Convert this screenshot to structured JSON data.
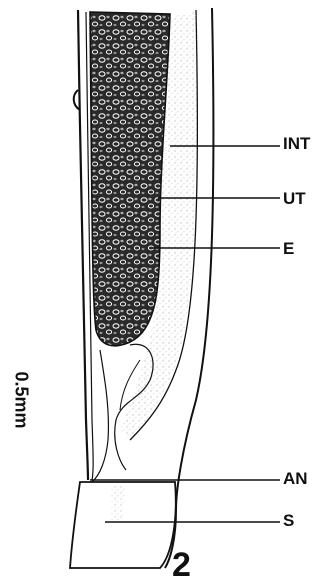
{
  "figure": {
    "number": "2",
    "scale": "0.5mm",
    "labels": {
      "int": "INT",
      "ut": "UT",
      "e": "E",
      "an": "AN",
      "s": "S"
    }
  },
  "colors": {
    "ink": "#111111",
    "background": "#ffffff",
    "stipple": "#b8b8b8"
  }
}
